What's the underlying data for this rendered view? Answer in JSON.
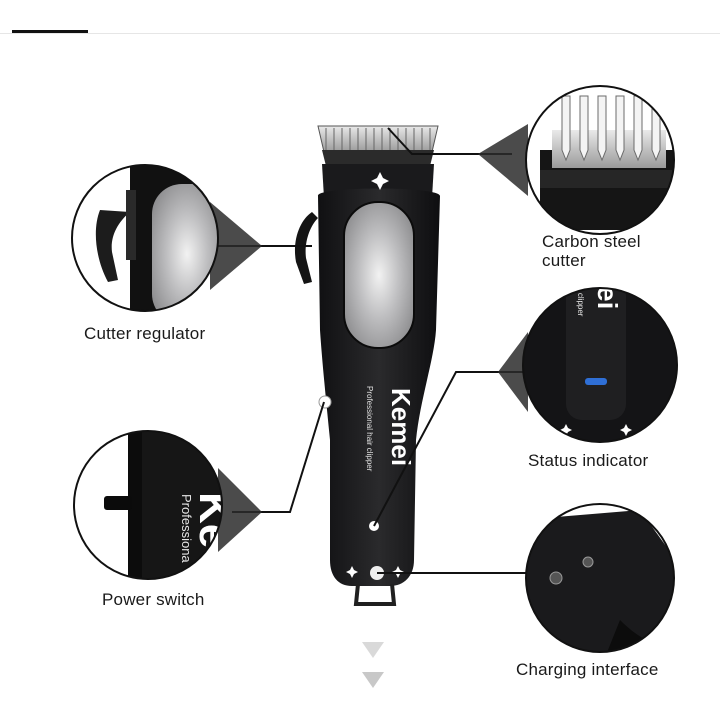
{
  "product": {
    "brand": "Kemei",
    "subtitle": "Professional hair clipper"
  },
  "callouts": {
    "cutter_regulator": "Cutter regulator",
    "power_switch": "Power switch",
    "carbon_steel_cutter_line1": "Carbon steel",
    "carbon_steel_cutter_line2": "cutter",
    "status_indicator": "Status indicator",
    "charging_interface": "Charging interface"
  },
  "colors": {
    "body": "#1e1e20",
    "metal": "#c9c9cb",
    "status_led": "#2f6fd6"
  },
  "icons": {
    "scroll_hint": "chevron-down-icon"
  }
}
